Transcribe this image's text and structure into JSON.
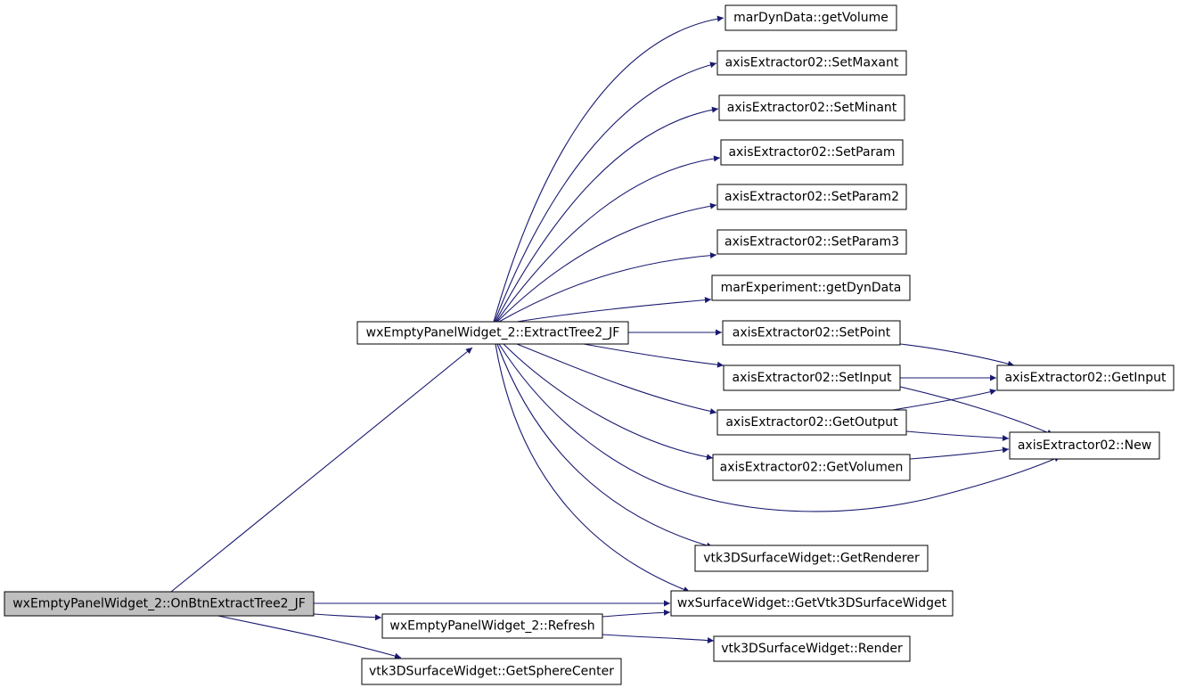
{
  "diagram": {
    "colors": {
      "edge": "#191970",
      "node_fill": "#ffffff",
      "root_fill": "#bfbfbf",
      "border": "#000000"
    },
    "nodes": {
      "root": "wxEmptyPanelWidget_2::OnBtnExtractTree2_JF",
      "extract": "wxEmptyPanelWidget_2::ExtractTree2_JF",
      "refresh": "wxEmptyPanelWidget_2::Refresh",
      "sphere": "vtk3DSurfaceWidget::GetSphereCenter",
      "getvolume": "marDynData::getVolume",
      "setmaxant": "axisExtractor02::SetMaxant",
      "setminant": "axisExtractor02::SetMinant",
      "setparam": "axisExtractor02::SetParam",
      "setparam2": "axisExtractor02::SetParam2",
      "setparam3": "axisExtractor02::SetParam3",
      "getdyndata": "marExperiment::getDynData",
      "setpoint": "axisExtractor02::SetPoint",
      "setinput": "axisExtractor02::SetInput",
      "getoutput": "axisExtractor02::GetOutput",
      "getvolumen": "axisExtractor02::GetVolumen",
      "getrenderer": "vtk3DSurfaceWidget::GetRenderer",
      "getvtk": "wxSurfaceWidget::GetVtk3DSurfaceWidget",
      "render": "vtk3DSurfaceWidget::Render",
      "getinput": "axisExtractor02::GetInput",
      "new": "axisExtractor02::New"
    },
    "edges": [
      [
        "root",
        "extract"
      ],
      [
        "root",
        "getvtk"
      ],
      [
        "root",
        "refresh"
      ],
      [
        "root",
        "sphere"
      ],
      [
        "extract",
        "getvolume"
      ],
      [
        "extract",
        "setmaxant"
      ],
      [
        "extract",
        "setminant"
      ],
      [
        "extract",
        "setparam"
      ],
      [
        "extract",
        "setparam2"
      ],
      [
        "extract",
        "setparam3"
      ],
      [
        "extract",
        "getdyndata"
      ],
      [
        "extract",
        "setpoint"
      ],
      [
        "extract",
        "setinput"
      ],
      [
        "extract",
        "getoutput"
      ],
      [
        "extract",
        "getvolumen"
      ],
      [
        "extract",
        "new"
      ],
      [
        "extract",
        "getrenderer"
      ],
      [
        "extract",
        "getvtk"
      ],
      [
        "setpoint",
        "getinput"
      ],
      [
        "setinput",
        "getinput"
      ],
      [
        "setinput",
        "new"
      ],
      [
        "getoutput",
        "getinput"
      ],
      [
        "getoutput",
        "new"
      ],
      [
        "getvolumen",
        "new"
      ],
      [
        "refresh",
        "getvtk"
      ],
      [
        "refresh",
        "render"
      ]
    ]
  }
}
